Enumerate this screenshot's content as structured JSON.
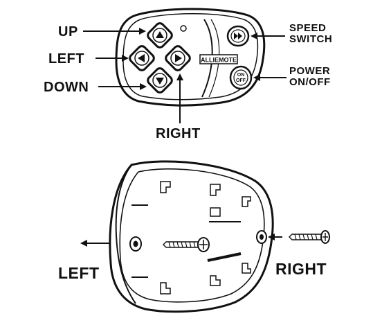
{
  "remote": {
    "labels": {
      "up": "UP",
      "left": "LEFT",
      "down": "DOWN",
      "right": "RIGHT",
      "speed_line1": "SPEED",
      "speed_line2": "SWITCH",
      "power_line1": "POWER",
      "power_line2": "ON/OFF"
    },
    "brand": "ALLIEMOTE",
    "on_label": "ON",
    "off_label": "OFF"
  },
  "mount": {
    "left_label": "LEFT",
    "right_label": "RIGHT"
  },
  "colors": {
    "ink": "#111111",
    "paper": "#ffffff",
    "line": "#222222"
  },
  "icons": [
    "arrow-up-icon",
    "arrow-left-icon",
    "arrow-right-icon",
    "arrow-down-icon",
    "fast-forward-icon",
    "power-icon",
    "screw-icon"
  ]
}
